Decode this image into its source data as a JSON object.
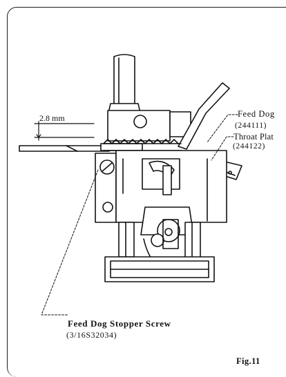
{
  "labels": {
    "dimension": "2.8 mm",
    "feed_dog_name": "Feed Dog",
    "feed_dog_part": "(244111)",
    "throat_plate_name": "Throat Plat",
    "throat_plate_part": "(244122)",
    "stopper_screw_name": "Feed Dog Stopper Screw",
    "stopper_screw_part": "(3/16S32034)",
    "figure": "Fig.11"
  },
  "icons": [
    "feed-dog-mechanism-illustration",
    "stopper-screw-icon",
    "dimension-arrow-icon"
  ],
  "colors": {
    "ink": "#111111",
    "paper": "#ffffff"
  }
}
